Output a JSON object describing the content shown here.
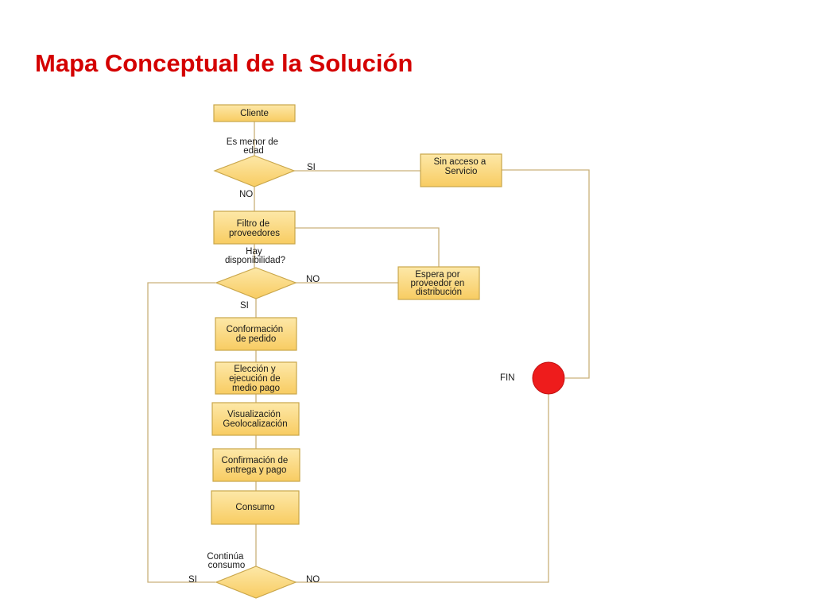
{
  "title": "Mapa Conceptual de la Solución",
  "colors": {
    "title": "#d40000",
    "box_fill": "#fbd77a",
    "box_stroke": "#c9a64a",
    "edge": "#c9b07a",
    "end": "#ee1c1c"
  },
  "nodes": {
    "cliente": [
      "Cliente"
    ],
    "menor_edad": [
      "Es menor de",
      "edad"
    ],
    "sin_acceso": [
      "Sin acceso a",
      "Servicio"
    ],
    "filtro": [
      "Filtro de",
      "proveedores"
    ],
    "disponibilidad": [
      "Hay",
      "disponibilidad?"
    ],
    "espera": [
      "Espera por",
      "proveedor en",
      "distribución"
    ],
    "conformacion": [
      "Conformación",
      "de pedido"
    ],
    "eleccion": [
      "Elección y",
      "ejecución de",
      "medio pago"
    ],
    "visualizacion": [
      "Visualización",
      "Geolocalización"
    ],
    "confirmacion": [
      "Confirmación de",
      "entrega y pago"
    ],
    "consumo": [
      "Consumo"
    ],
    "continua": [
      "Continúa",
      "consumo"
    ]
  },
  "edge_labels": {
    "edad_si": "SI",
    "edad_no": "NO",
    "disp_no": "NO",
    "disp_si": "SI",
    "cont_si": "SI",
    "cont_no": "NO",
    "fin": "FIN"
  }
}
